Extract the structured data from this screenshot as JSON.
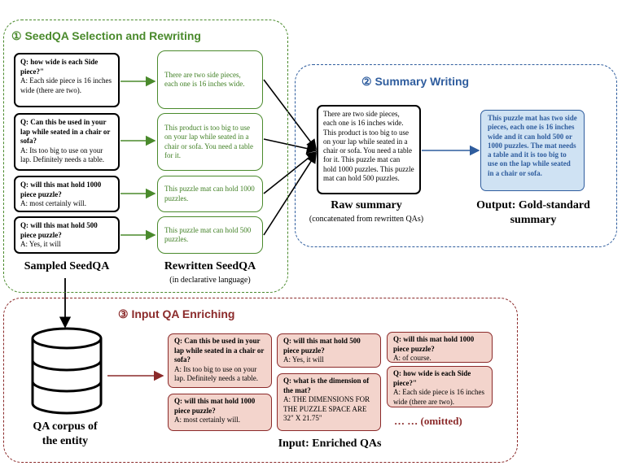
{
  "section1": {
    "title": "① SeedQA Selection and Rewriting",
    "qas": [
      {
        "q": "Q: how wide is each Side piece?\"",
        "a": "A: Each side piece is 16 inches wide (there are two)."
      },
      {
        "q": "Q: Can this be used in your lap while seated in a chair or sofa?",
        "a": "A: Its too big to use on your lap. Definitely needs a table."
      },
      {
        "q": "Q: will this mat hold 1000 piece puzzle?",
        "a": "A: most certainly will."
      },
      {
        "q": "Q: will this mat hold 500 piece puzzle?",
        "a": "A: Yes, it will"
      }
    ],
    "rewritten": [
      "There are two side pieces, each one is 16 inches wide.",
      "This product is too big to use on your lap while seated in a chair or sofa. You need a table for it.",
      "This puzzle mat can hold 1000 puzzles.",
      "This puzzle mat can hold 500 puzzles."
    ],
    "sampled_label": "Sampled SeedQA",
    "rewritten_label": "Rewritten SeedQA",
    "rewritten_sublabel": "(in declarative language)"
  },
  "section2": {
    "title": "② Summary Writing",
    "raw_summary_text": "There are two side pieces, each one is 16 inches wide. This product is too big to use on your lap while seated in a chair or sofa. You need a table for it. This puzzle mat can hold 1000 puzzles. This puzzle mat can hold 500 puzzles.",
    "raw_label": "Raw summary",
    "raw_sublabel": "(concatenated from rewritten QAs)",
    "output_text": "This puzzle mat has two side pieces, each one is 16 inches wide and it can hold 500 or 1000 puzzles. The mat needs a table and it is too big to use on the lap while seated in a chair or sofa.",
    "output_label_1": "Output: Gold-standard",
    "output_label_2": "summary"
  },
  "section3": {
    "title": "③ Input QA Enriching",
    "corpus_label_1": "QA corpus of",
    "corpus_label_2": "the entity",
    "enriched": [
      {
        "q": "Q: Can this be used in your lap while seated in a chair or sofa?",
        "a": "A: Its too big to use on your lap. Definitely needs a table."
      },
      {
        "q": "Q: will this mat hold 1000 piece puzzle?",
        "a": "A: most certainly will."
      },
      {
        "q": "Q: will this mat hold 500 piece puzzle?",
        "a": "A: Yes, it will"
      },
      {
        "q": "Q: what is the dimension of the mat?",
        "a": "A: THE DIMENSIONS FOR THE PUZZLE SPACE ARE 32\" X 21.75\""
      },
      {
        "q": "Q: will this mat hold 1000 piece puzzle?",
        "a": "A: of course."
      },
      {
        "q": "Q: how wide is each Side piece?\"",
        "a": "A: Each side piece is 16 inches wide (there are two)."
      }
    ],
    "omitted": "… … (omitted)",
    "input_label": "Input: Enriched QAs"
  },
  "colors": {
    "green": "#4a8a2c",
    "blue": "#2f5d9e",
    "red": "#8b2a2a",
    "pink_fill": "#f3d4cc",
    "blue_fill": "#cfe2f3"
  }
}
